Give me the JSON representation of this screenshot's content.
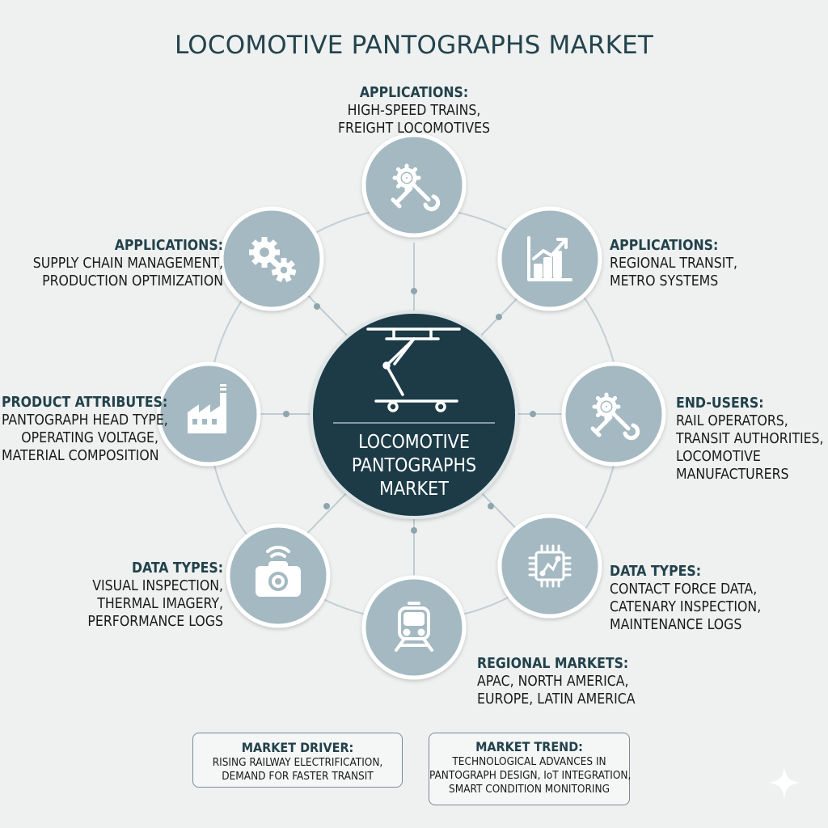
{
  "title": "LOCOMOTIVE PANTOGRAPHS MARKET",
  "hub": {
    "lines": [
      "LOCOMOTIVE",
      "PANTOGRAPHS",
      "MARKET"
    ],
    "icon": "pantograph-icon"
  },
  "nodes": [
    {
      "id": "top",
      "icon": "wrench-gear-icon",
      "heading": "APPLICATIONS:",
      "lines": [
        "HIGH-SPEED TRAINS,",
        "FREIGHT LOCOMOTIVES"
      ]
    },
    {
      "id": "top-right",
      "icon": "growth-chart-icon",
      "heading": "APPLICATIONS:",
      "lines": [
        "REGIONAL TRANSIT,",
        "METRO SYSTEMS"
      ]
    },
    {
      "id": "right",
      "icon": "wrench-gear-icon",
      "heading": "END-USERS:",
      "lines": [
        "RAIL OPERATORS,",
        "TRANSIT AUTHORITIES,",
        "LOCOMOTIVE",
        "MANUFACTURERS"
      ]
    },
    {
      "id": "bottom-right",
      "icon": "microchip-icon",
      "heading": "DATA TYPES:",
      "lines": [
        "CONTACT FORCE DATA,",
        "CATENARY INSPECTION,",
        "MAINTENANCE LOGS"
      ]
    },
    {
      "id": "bottom",
      "icon": "train-icon",
      "heading": "REGIONAL MARKETS:",
      "lines": [
        "APAC, NORTH AMERICA,",
        "EUROPE, LATIN AMERICA"
      ]
    },
    {
      "id": "bottom-left",
      "icon": "camera-icon",
      "heading": "DATA TYPES:",
      "lines": [
        "VISUAL INSPECTION,",
        "THERMAL IMAGERY,",
        "PERFORMANCE LOGS"
      ]
    },
    {
      "id": "left",
      "icon": "factory-icon",
      "heading": "PRODUCT ATTRIBUTES:",
      "lines": [
        "PANTOGRAPH HEAD TYPE,",
        "OPERATING VOLTAGE,",
        "MATERIAL COMPOSITION"
      ]
    },
    {
      "id": "top-left",
      "icon": "gears-icon",
      "heading": "APPLICATIONS:",
      "lines": [
        "SUPPLY CHAIN MANAGEMENT,",
        "PRODUCTION OPTIMIZATION"
      ]
    }
  ],
  "boxes": {
    "driver": {
      "heading": "MARKET DRIVER:",
      "lines": [
        "RISING RAILWAY ELECTRIFICATION,",
        "DEMAND FOR FASTER TRANSIT"
      ]
    },
    "trend": {
      "heading": "MARKET TREND:",
      "lines": [
        "TECHNOLOGICAL ADVANCES IN",
        "PANTOGRAPH DESIGN, IoT INTEGRATION,",
        "SMART CONDITION MONITORING"
      ]
    }
  },
  "colors": {
    "background": "#eef1f0",
    "hub": "#1c3a47",
    "node_fill": "#a4b9c1",
    "node_ring": "#ffffff",
    "connector": "#b8c7cc",
    "icon": "#ffffff"
  }
}
